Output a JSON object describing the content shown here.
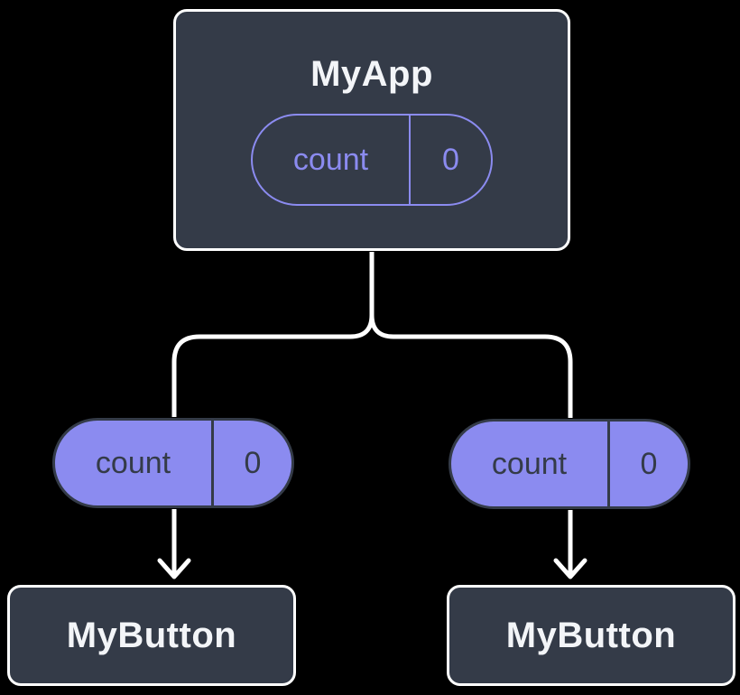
{
  "diagram": {
    "description": "React component tree with state lifted up",
    "colors": {
      "background": "#000000",
      "card_fill": "#343b48",
      "card_border": "#ffffff",
      "accent_purple": "#8b8bf0",
      "connector": "#ffffff",
      "text_light": "#f3f5f8",
      "text_dark": "#343b48"
    },
    "root": {
      "title": "MyApp",
      "state_pill": {
        "name": "count",
        "value": "0"
      }
    },
    "children": [
      {
        "prop_pill": {
          "name": "count",
          "value": "0"
        },
        "node": {
          "title": "MyButton"
        }
      },
      {
        "prop_pill": {
          "name": "count",
          "value": "0"
        },
        "node": {
          "title": "MyButton"
        }
      }
    ]
  }
}
